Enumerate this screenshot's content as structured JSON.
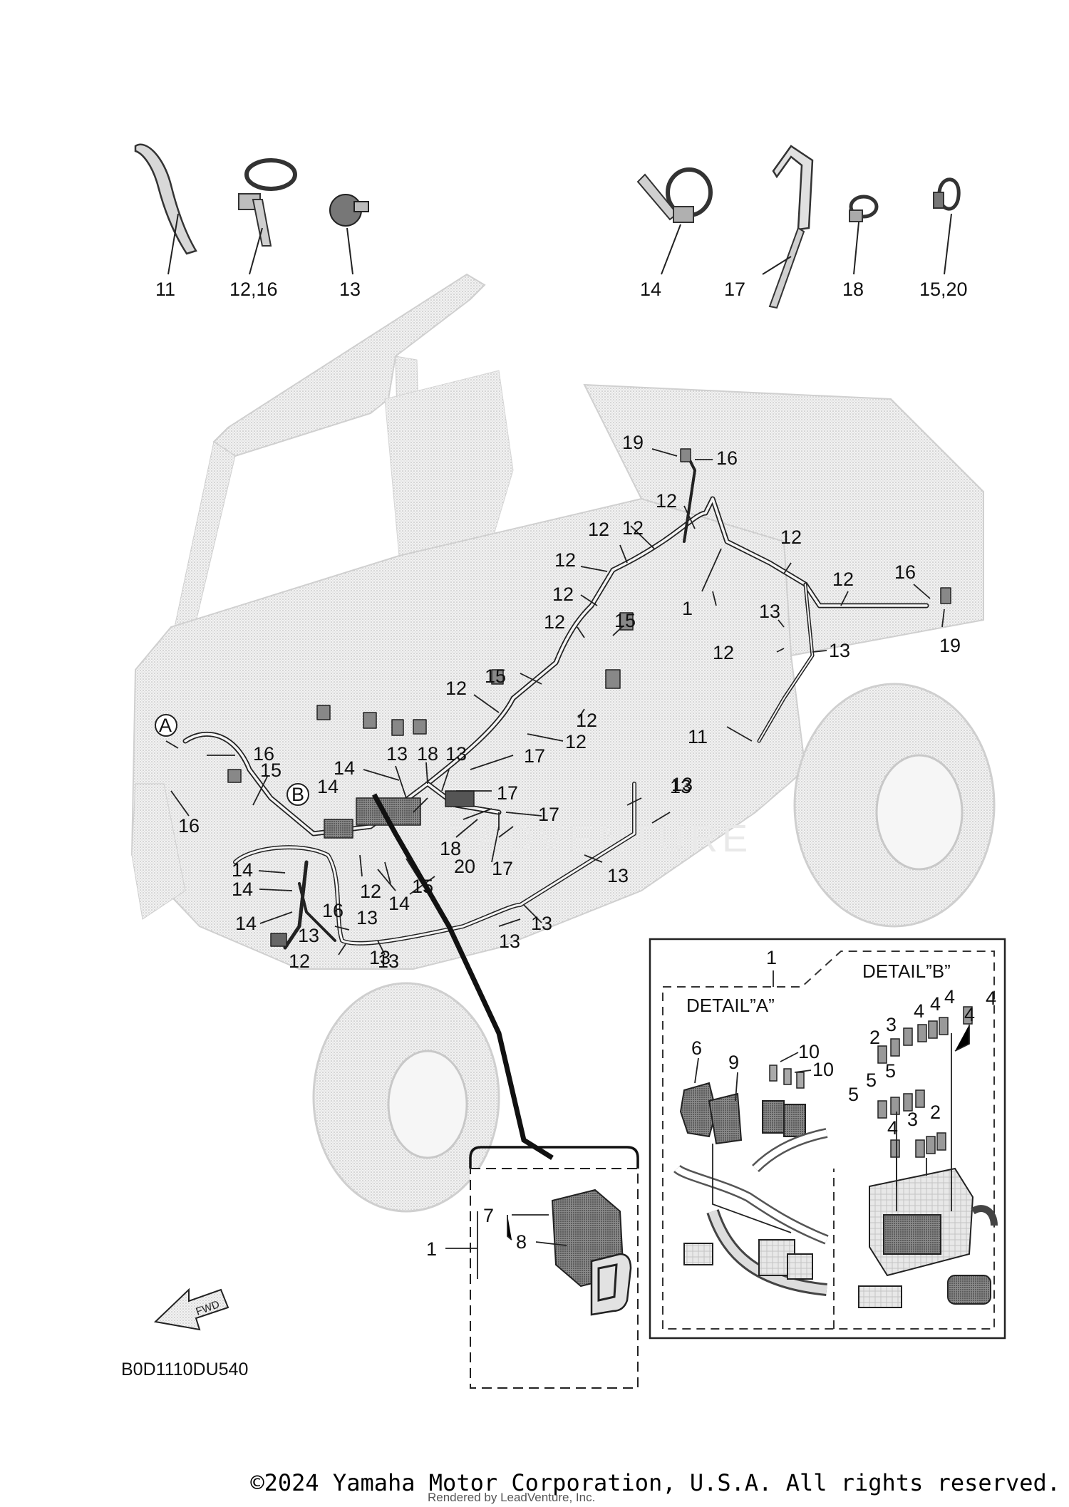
{
  "diagram_code": "B0D1110DU540",
  "fwd_arrow_label": "FWD",
  "detail_a_title": "DETAIL”A”",
  "detail_b_title": "DETAIL”B”",
  "copyright": "©2024 Yamaha Motor Corporation, U.S.A. All rights reserved.",
  "rendered_by": "Rendered by LeadVenture, Inc.",
  "watermark": "LEADVENTURE",
  "ref_circles": [
    "A",
    "B"
  ],
  "top_parts": [
    "11",
    "12,16",
    "13",
    "14",
    "17",
    "18",
    "15,20"
  ],
  "main_callouts": [
    "19",
    "16",
    "12",
    "12",
    "12",
    "12",
    "12",
    "12",
    "12",
    "1",
    "12",
    "16",
    "19",
    "15",
    "13",
    "12",
    "13",
    "15",
    "12",
    "12",
    "12",
    "11",
    "16",
    "15",
    "16",
    "14",
    "13",
    "18",
    "13",
    "17",
    "14",
    "17",
    "17",
    "13",
    "18",
    "20",
    "17",
    "14",
    "14",
    "12",
    "14",
    "15",
    "14",
    "16",
    "13",
    "13",
    "13",
    "12",
    "13",
    "13",
    "13",
    "13",
    "13"
  ],
  "relay_callouts": [
    "1",
    "7",
    "8"
  ],
  "detail_callouts": [
    "1",
    "4",
    "4",
    "4",
    "4",
    "4",
    "3",
    "2",
    "5",
    "5",
    "6",
    "9",
    "10",
    "10",
    "4",
    "3",
    "2"
  ]
}
